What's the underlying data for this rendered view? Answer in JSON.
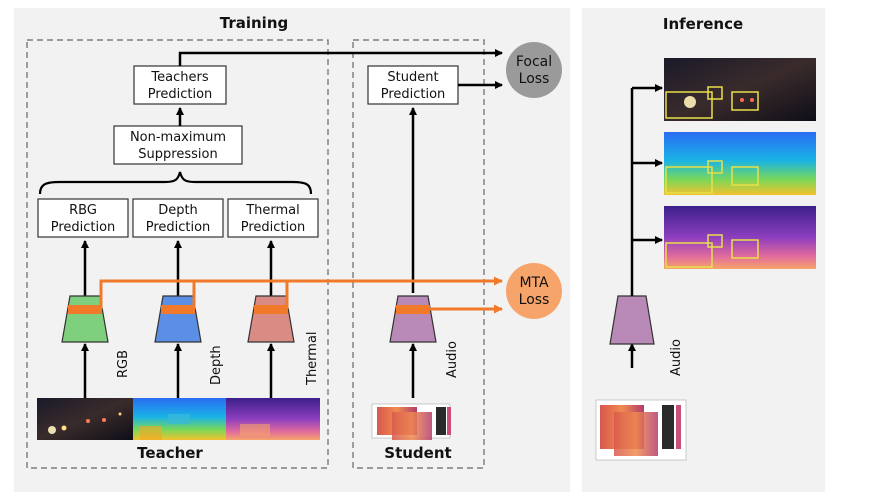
{
  "titles": {
    "training": "Training",
    "inference": "Inference"
  },
  "teacher_label": "Teacher",
  "student_label": "Student",
  "boxes": {
    "teachers_prediction": [
      "Teachers",
      "Prediction"
    ],
    "nms": [
      "Non-maximum",
      "Suppression"
    ],
    "rgb_prediction": [
      "RBG",
      "Prediction"
    ],
    "depth_prediction": [
      "Depth",
      "Prediction"
    ],
    "thermal_prediction": [
      "Thermal",
      "Prediction"
    ],
    "student_prediction": [
      "Student",
      "Prediction"
    ]
  },
  "losses": {
    "focal": [
      "Focal",
      "Loss"
    ],
    "mta": [
      "MTA",
      "Loss"
    ]
  },
  "modalities": {
    "rgb": "RGB",
    "depth": "Depth",
    "thermal": "Thermal",
    "audio": "Audio",
    "audio_inference": "Audio"
  },
  "colors": {
    "panel_bg": "#f2f2f2",
    "rgb_encoder": "#7ed07e",
    "depth_encoder": "#5b8fe6",
    "thermal_encoder": "#d98b84",
    "audio_encoder": "#b98ab8",
    "mta_orange": "#f07a2a",
    "mta_fill": "#f7a46a",
    "focal_fill": "#9a9a9a",
    "detection_box": "#e8e04a"
  }
}
